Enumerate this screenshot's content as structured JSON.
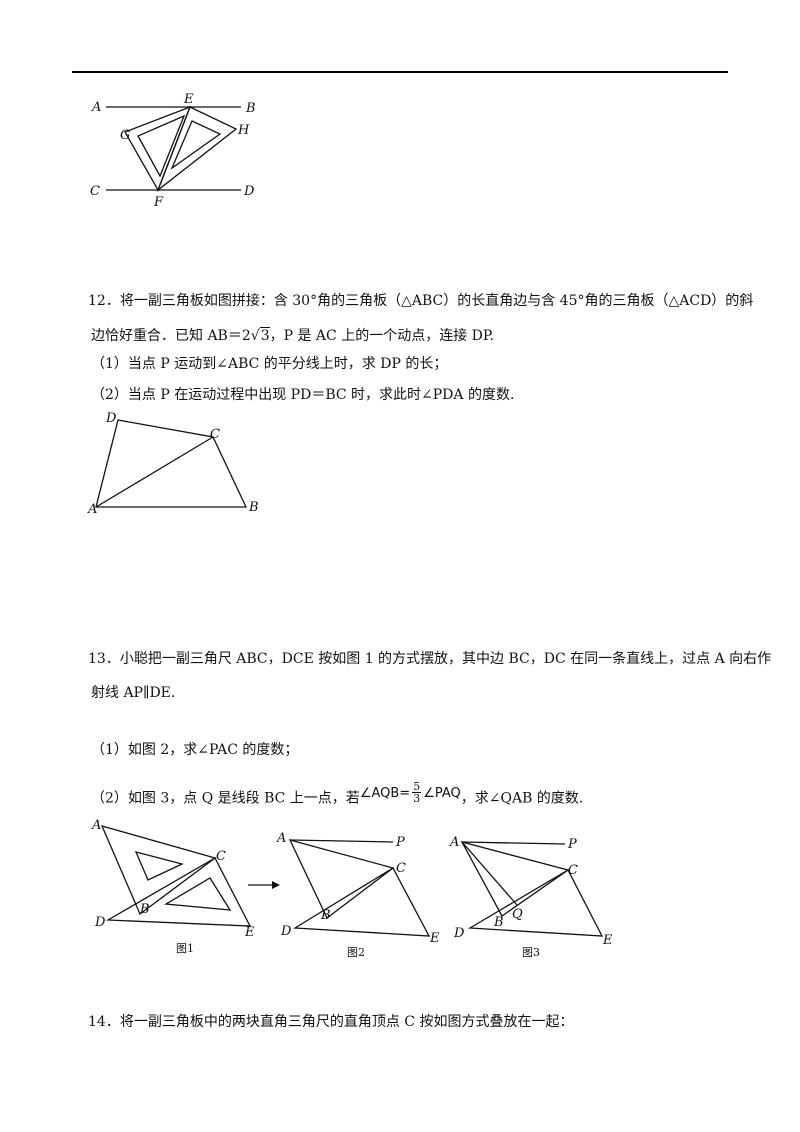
{
  "figures": {
    "fig11_labels": {
      "A": "A",
      "E": "E",
      "B": "B",
      "G": "G",
      "H": "H",
      "C": "C",
      "F": "F",
      "D": "D"
    },
    "fig12_labels": {
      "D": "D",
      "C": "C",
      "A": "A",
      "B": "B"
    },
    "fig13_1_labels": {
      "A": "A",
      "C": "C",
      "B": "B",
      "D": "D",
      "E": "E"
    },
    "fig13_2_labels": {
      "A": "A",
      "P": "P",
      "C": "C",
      "B": "B",
      "D": "D",
      "E": "E"
    },
    "fig13_3_labels": {
      "A": "A",
      "P": "P",
      "C": "C",
      "Q": "Q",
      "B": "B",
      "D": "D",
      "E": "E"
    },
    "captions": [
      "图1",
      "图2",
      "图3"
    ]
  },
  "q12": {
    "number": "12．",
    "line1": "将一副三角板如图拼接：含 30°角的三角板（△ABC）的长直角边与含 45°角的三角板（△ACD）的斜",
    "line2_a": "边恰好重合．已知 AB＝2",
    "line2_sqrt": "3",
    "line2_b": "，P 是 AC 上的一个动点，连接 DP.",
    "sub1": "（1）当点 P 运动到∠ABC 的平分线上时，求 DP 的长；",
    "sub2": "（2）当点 P 在运动过程中出现 PD＝BC 时，求此时∠PDA 的度数."
  },
  "q13": {
    "number": "13．",
    "line1": "小聪把一副三角尺 ABC，DCE 按如图 1 的方式摆放，其中边 BC，DC 在同一条直线上，过点 A 向右作",
    "line2": "射线 AP∥DE.",
    "sub1": "（1）如图 2，求∠PAC 的度数；",
    "sub2_a": "（2）如图 3，点 Q 是线段 BC 上一点，若",
    "sub2_angle1": "∠AQB=",
    "sub2_num": "5",
    "sub2_den": "3",
    "sub2_angle2": "∠PAQ",
    "sub2_b": "，求∠QAB 的度数."
  },
  "q14": {
    "number": "14．",
    "line1": "将一副三角板中的两块直角三角尺的直角顶点 C 按如图方式叠放在一起："
  }
}
